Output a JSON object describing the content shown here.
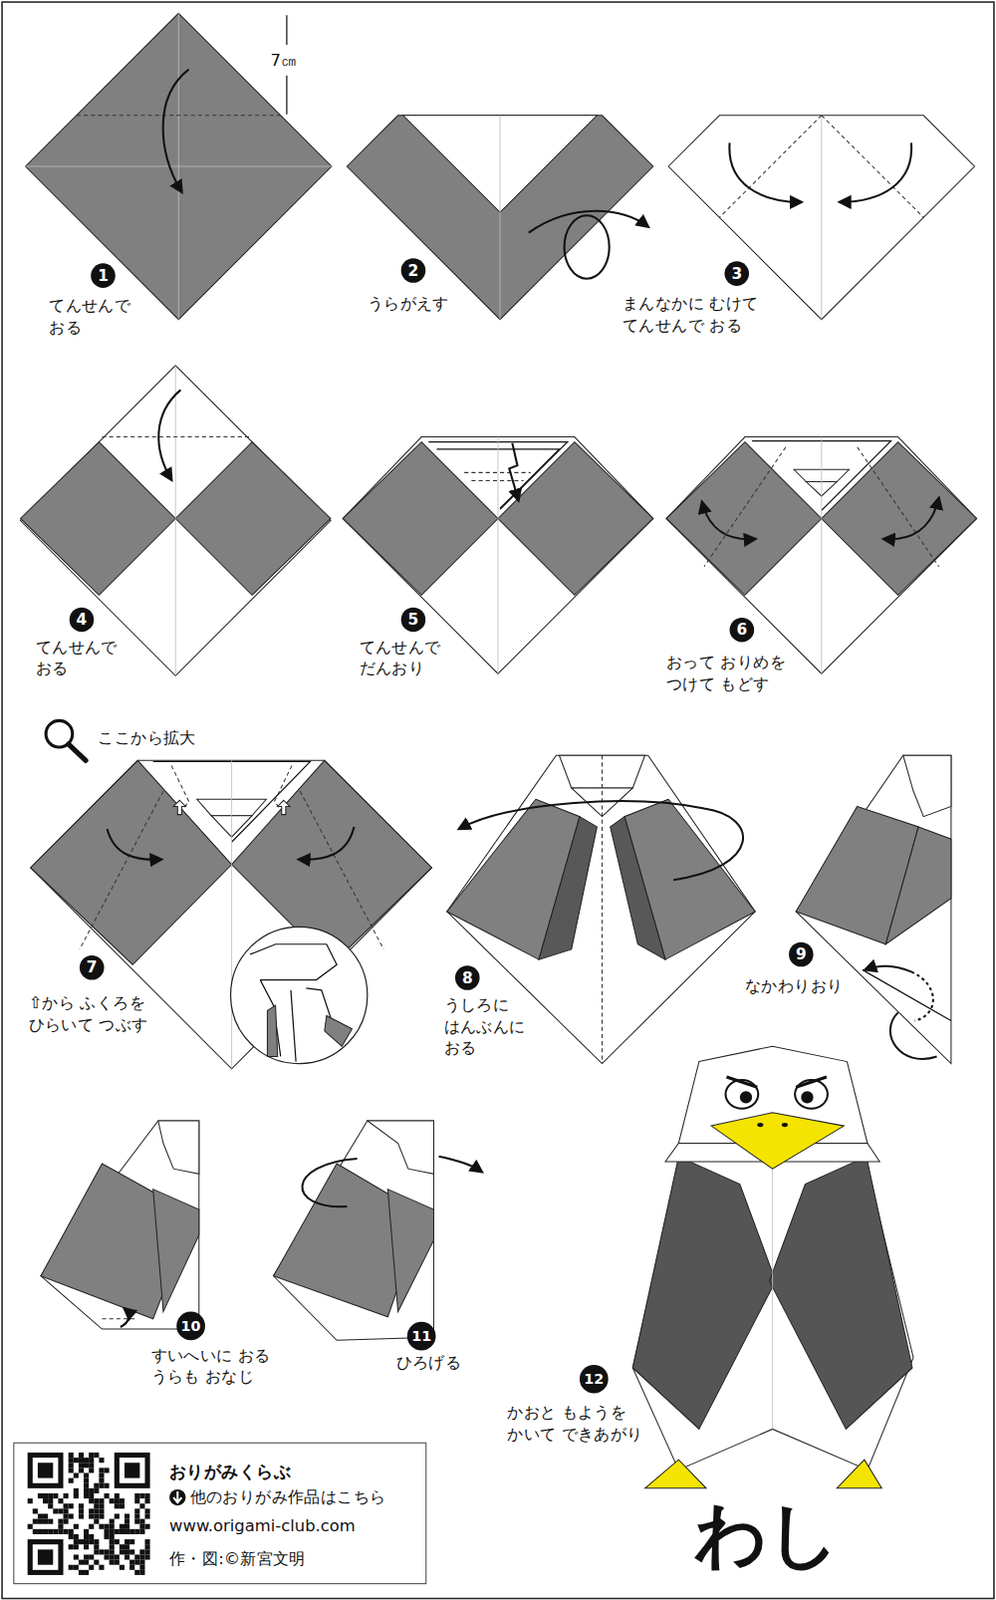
{
  "diagram": {
    "title": "わし",
    "nodes": [
      {
        "text": [
          "おりがみくらぶ",
          "他のおりがみ作品はこちら",
          "www.origami-club.com",
          "作・図:©新宮文明"
        ]
      }
    ],
    "labels": [
      "7㎝",
      "1",
      "てんせんで おる",
      "2",
      "うらがえす",
      "3",
      "まんなかに むけて てんせんで おる",
      "4",
      "てんせんで おる",
      "5",
      "てんせんで だんおり",
      "6",
      "おって おりめを つけて もどす",
      "ここから拡大",
      "7",
      "⇧から ふくろを ひらいて つぶす",
      "8",
      "うしろに はんぶんに おる",
      "9",
      "なかわりおり",
      "10",
      "すいへいに おる うらも おなじ",
      "11",
      "ひろげる",
      "12",
      "かおと もようを かいて できあがり"
    ]
  }
}
